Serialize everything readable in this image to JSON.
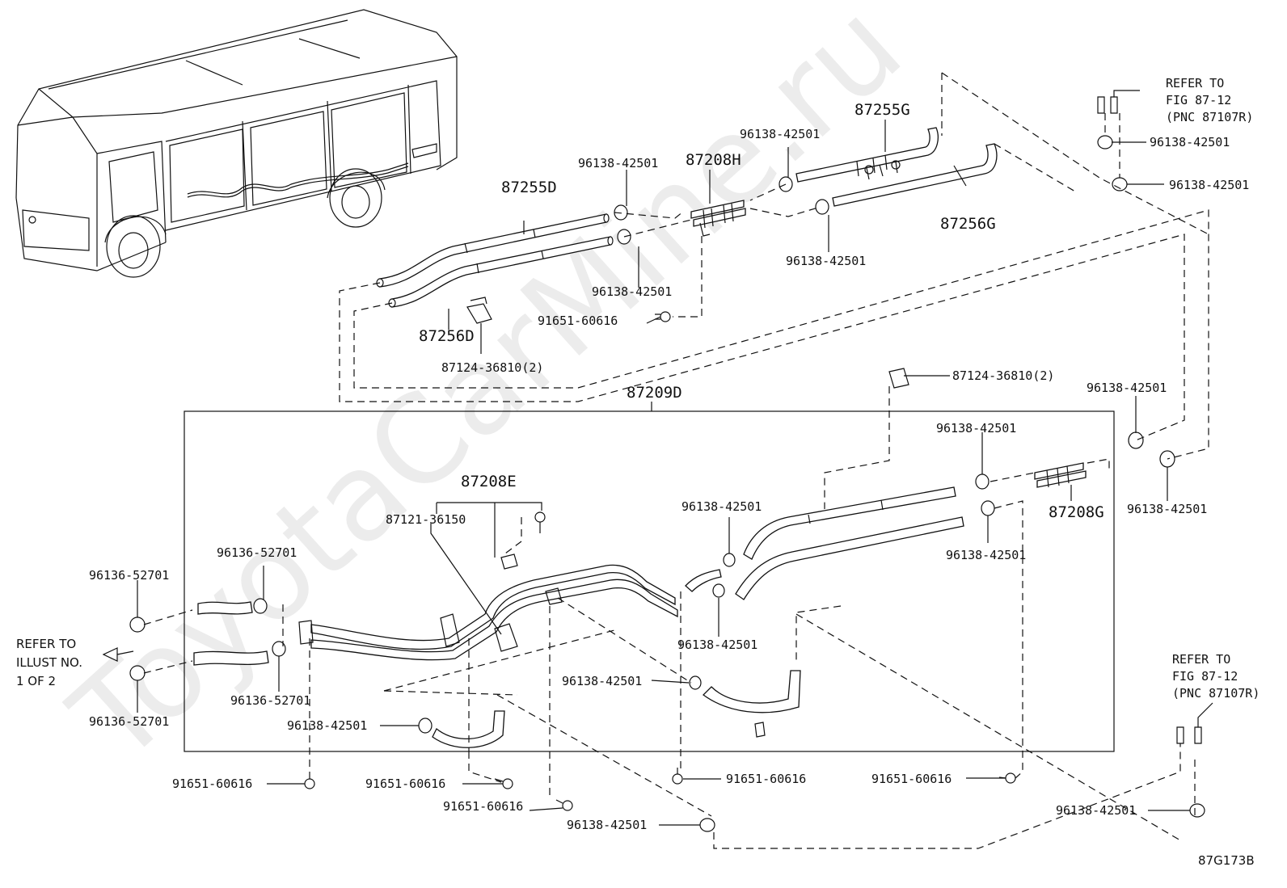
{
  "diagram_code": "87G173B",
  "watermark": "ToyotaCarMine.ru",
  "group_label": "87209D",
  "parts": {
    "p87255D": "87255D",
    "p87256D": "87256D",
    "p87208H": "87208H",
    "p87255G": "87255G",
    "p87256G": "87256G",
    "p87208E": "87208E",
    "p87208G": "87208G",
    "p87121": "87121-36150",
    "p87124": "87124-36810(2)",
    "clamp": "96138-42501",
    "clamp_b": "96136-52701",
    "bolt": "91651-60616"
  },
  "refer": {
    "fig_line1": "REFER TO",
    "fig_line2": "FIG 87-12",
    "fig_line3": "(PNC 87107R)",
    "illust_line1": "REFER TO",
    "illust_line2": "ILLUST NO.",
    "illust_line3": "1 OF 2"
  }
}
